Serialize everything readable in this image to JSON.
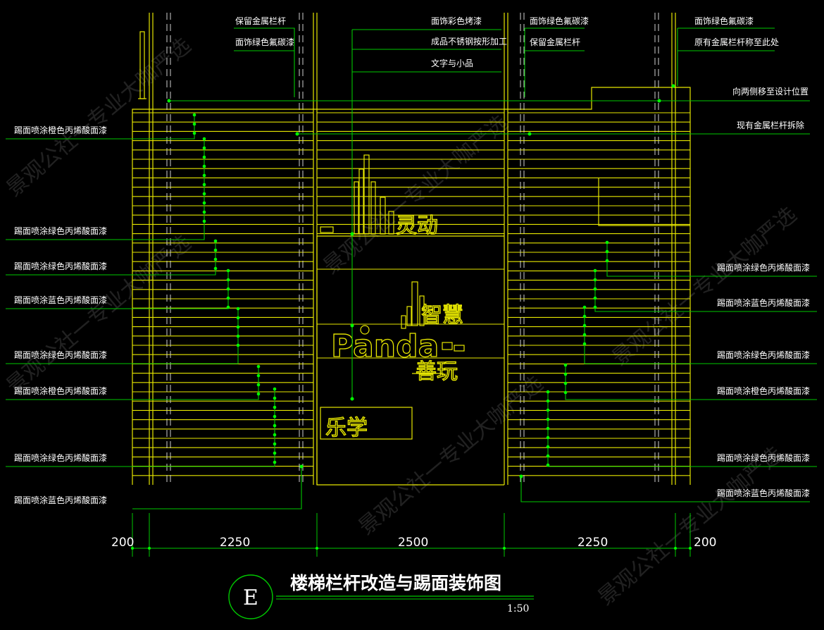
{
  "drawing": {
    "title": "楼梯栏杆改造与踢面装饰图",
    "scale": "1:50",
    "section_mark": "E"
  },
  "annotations": {
    "top": {
      "keep_rail_left": "保留金属栏杆",
      "green_paint_left": "面饰绿色氟碳漆",
      "color_paint_center": "面饰彩色烤漆",
      "stainless_shape": "成品不锈钢按形加工",
      "text_figure": "文字与小品",
      "green_paint_right": "面饰绿色氟碳漆",
      "keep_rail_right": "保留金属栏杆",
      "green_paint_far_right": "面饰绿色氟碳漆",
      "rail_extends": "原有金属栏杆称至此处"
    },
    "right_notes": {
      "move_to_design": "向两侧移至设计位置",
      "remove_rail": "现有金属栏杆拆除"
    },
    "left": [
      "踢面喷涂橙色丙烯酸面漆",
      "踢面喷涂绿色丙烯酸面漆",
      "踢面喷涂绿色丙烯酸面漆",
      "踢面喷涂蓝色丙烯酸面漆",
      "踢面喷涂绿色丙烯酸面漆",
      "踢面喷涂橙色丙烯酸面漆",
      "踢面喷涂绿色丙烯酸面漆",
      "踢面喷涂蓝色丙烯酸面漆"
    ],
    "right": [
      "踢面喷涂绿色丙烯酸面漆",
      "踢面喷涂蓝色丙烯酸面漆",
      "踢面喷涂绿色丙烯酸面漆",
      "踢面喷涂橙色丙烯酸面漆",
      "踢面喷涂绿色丙烯酸面漆",
      "踢面喷涂蓝色丙烯酸面漆"
    ]
  },
  "wall_text": {
    "lingdong": "灵动",
    "zhihui": "智慧",
    "brand": "Panda",
    "shanwan": "善玩",
    "lexue": "乐学"
  },
  "dimensions": [
    "200",
    "2250",
    "2500",
    "2250",
    "200"
  ],
  "watermark": "景观公社一专业大咖严选",
  "colors": {
    "background": "#000000",
    "structure": "#e6e600",
    "leader": "#00c800",
    "dot": "#00ff00",
    "text": "#ffffff"
  }
}
